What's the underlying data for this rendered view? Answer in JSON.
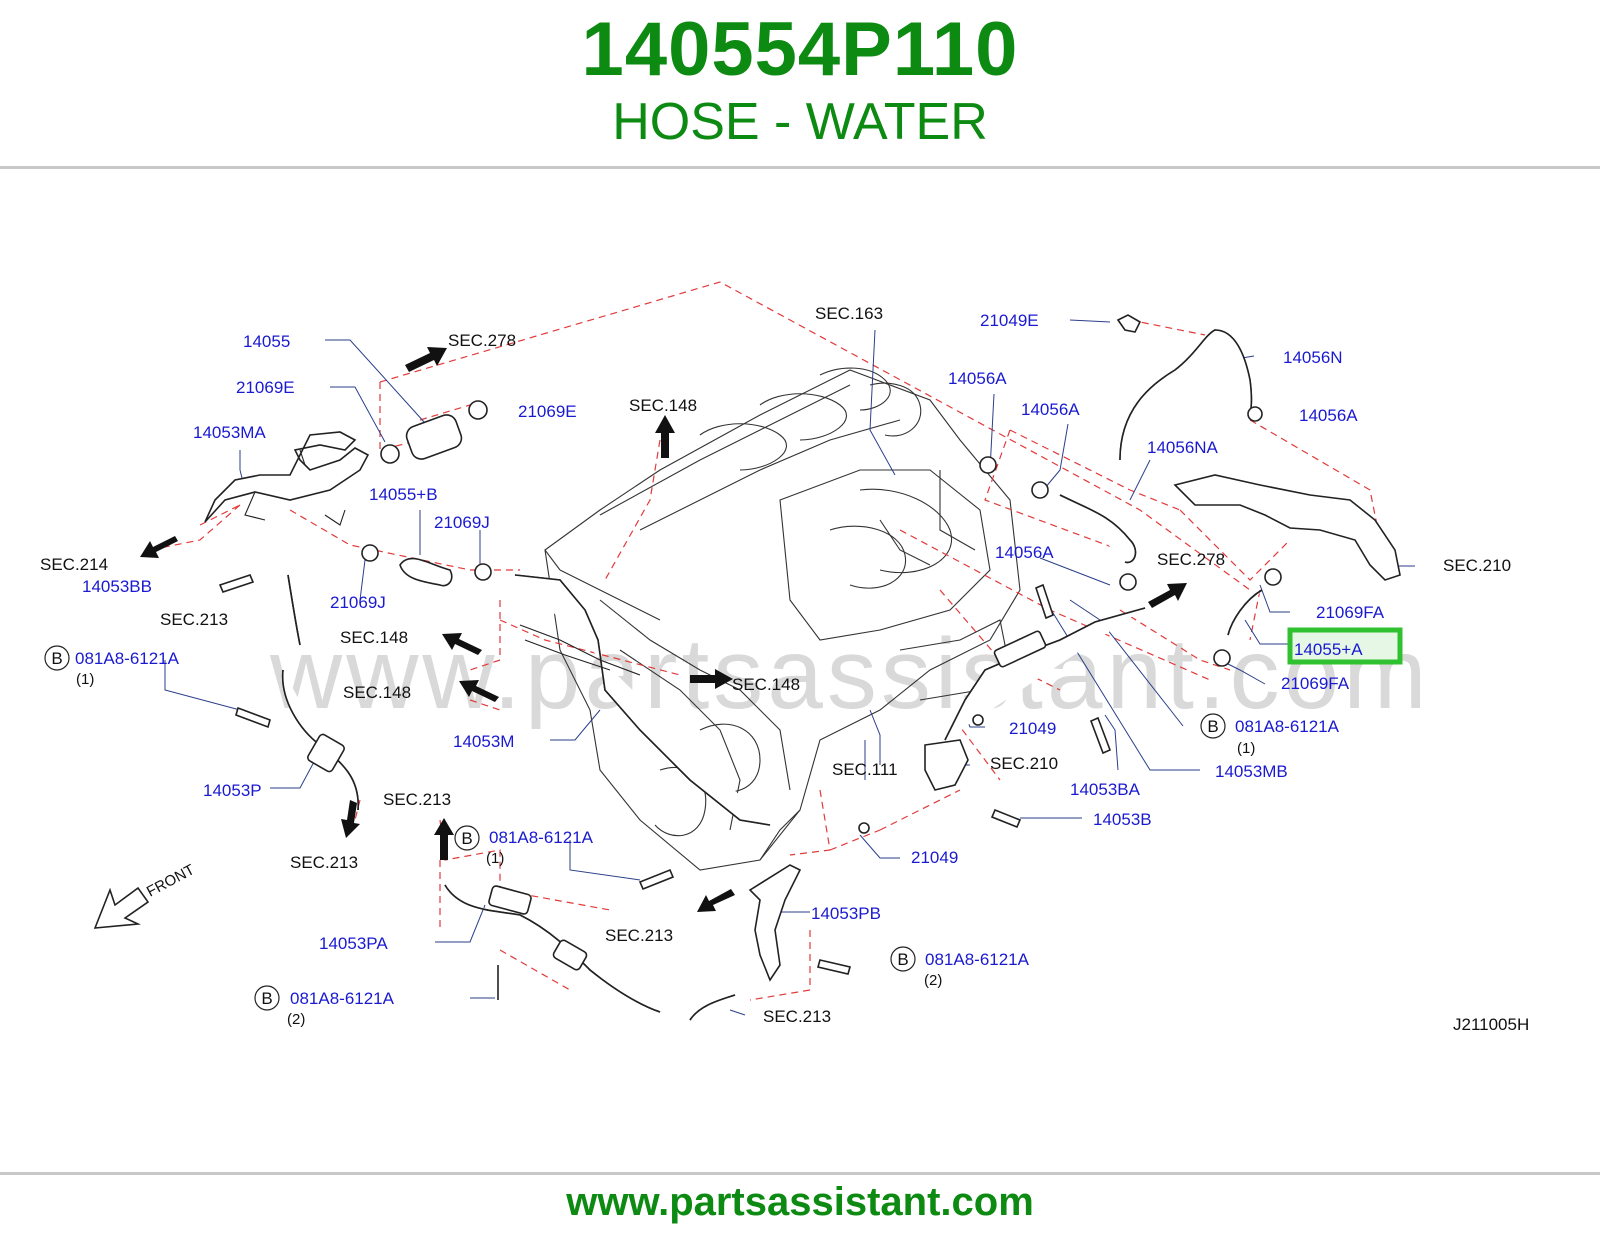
{
  "header": {
    "part_number": "140554P110",
    "part_name": "HOSE - WATER"
  },
  "footer": {
    "url": "www.partsassistant.com"
  },
  "diagram": {
    "watermark": "www.partsassistant.com",
    "drawing_code": "J211005H",
    "front_label": "FRONT",
    "bolt_badge": "B",
    "highlight_color": "#2fc12f",
    "labels": {
      "p14055": "14055",
      "p21069E_a": "21069E",
      "p21069E_b": "21069E",
      "p14053MA": "14053MA",
      "p14055B": "14055+B",
      "p21069J_a": "21069J",
      "p21069J_b": "21069J",
      "p14053BB": "14053BB",
      "p081A8_1": "081A8-6121A",
      "p081A8_1_qty": "(1)",
      "p14053P": "14053P",
      "p14053M": "14053M",
      "p081A8_2": "081A8-6121A",
      "p081A8_2_qty": "(1)",
      "p14053PA": "14053PA",
      "p081A8_3": "081A8-6121A",
      "p081A8_3_qty": "(2)",
      "p14053PB": "14053PB",
      "p081A8_4": "081A8-6121A",
      "p081A8_4_qty": "(2)",
      "p21049_a": "21049",
      "p21049_b": "21049",
      "p14053B": "14053B",
      "p14053BA": "14053BA",
      "p14053MB": "14053MB",
      "p081A8_5": "081A8-6121A",
      "p081A8_5_qty": "(1)",
      "p21069FA_a": "21069FA",
      "p21069FA_b": "21069FA",
      "p14055A": "14055+A",
      "p14056A_a": "14056A",
      "p14056A_b": "14056A",
      "p14056A_c": "14056A",
      "p14056A_d": "14056A",
      "p14056NA": "14056NA",
      "p14056N": "14056N",
      "p21049E": "21049E"
    },
    "sections": {
      "sec278_a": "SEC.278",
      "sec278_b": "SEC.278",
      "sec148_a": "SEC.148",
      "sec148_b": "SEC.148",
      "sec148_c": "SEC.148",
      "sec148_d": "SEC.148",
      "sec163": "SEC.163",
      "sec214": "SEC.214",
      "sec213_a": "SEC.213",
      "sec213_b": "SEC.213",
      "sec213_c": "SEC.213",
      "sec213_d": "SEC.213",
      "sec213_e": "SEC.213",
      "sec111": "SEC.111",
      "sec210_a": "SEC.210",
      "sec210_b": "SEC.210"
    }
  }
}
